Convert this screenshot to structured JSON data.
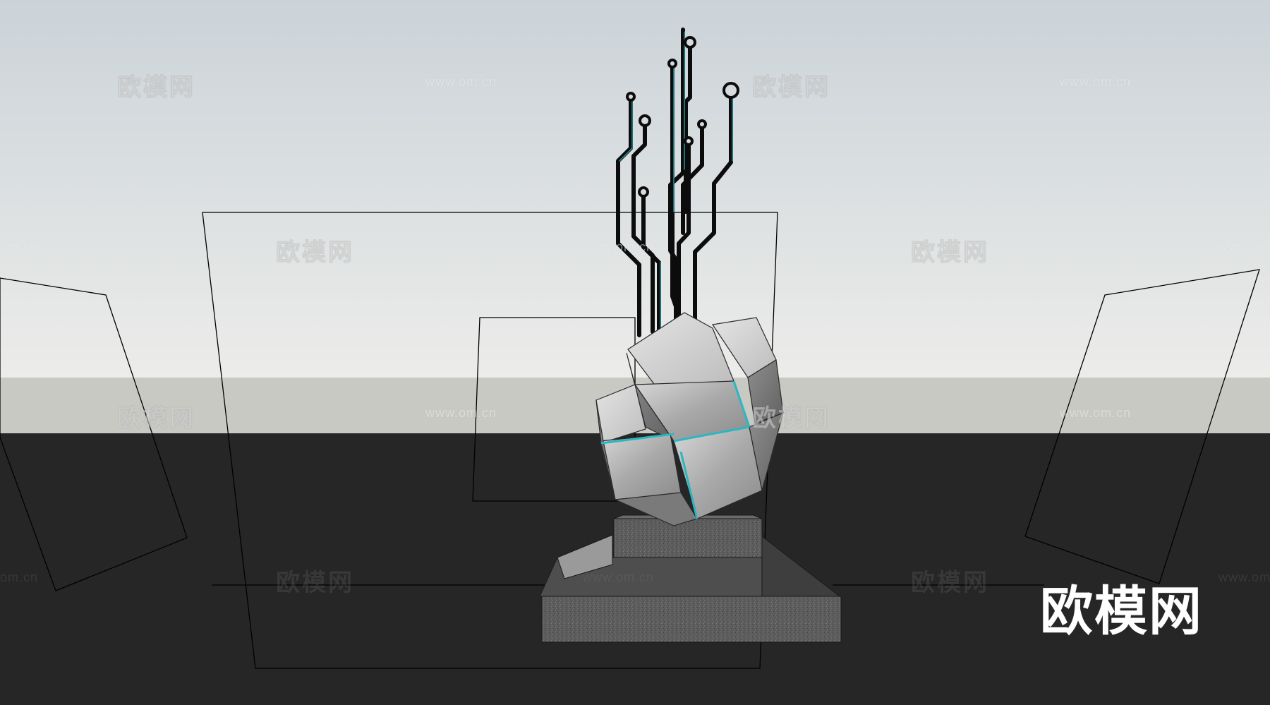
{
  "scene": {
    "sky_top_color": "#ccd3d7",
    "sky_bottom_color": "#e6e6e6",
    "horizon_band_color": "#c9c9c4",
    "ground_color": "#262626",
    "wire_color": "#111111",
    "circuit_accent_color": "#2bb7c2",
    "cube_color": "#a8a8a8",
    "base_color": "#5b5b5b"
  },
  "watermarks": {
    "brand_cn": "欧模网",
    "url": "www.om.cn",
    "url_partial": "om.cn"
  },
  "logo": {
    "text": "欧模网"
  }
}
